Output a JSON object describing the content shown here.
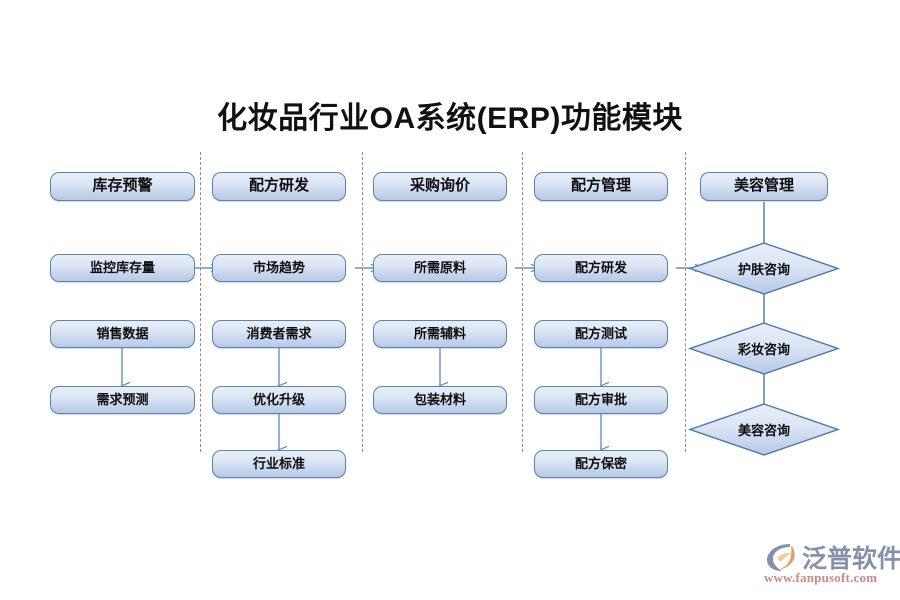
{
  "diagram": {
    "title": "化妆品行业OA系统(ERP)功能模块",
    "background_color": "#ffffff",
    "node_border_color": "#5b84b1",
    "node_fill_top": "#e8eff9",
    "node_fill_bottom": "#b6c9e6",
    "connector_color": "#6a8fbd",
    "separator_color": "#8d8d8d"
  },
  "columns": [
    {
      "header": "库存预警",
      "nodes": [
        "监控库存量",
        "销售数据",
        "需求预测"
      ]
    },
    {
      "header": "配方研发",
      "nodes": [
        "市场趋势",
        "消费者需求",
        "优化升级",
        "行业标准"
      ]
    },
    {
      "header": "采购询价",
      "nodes": [
        "所需原料",
        "所需辅料",
        "包装材料"
      ]
    },
    {
      "header": "配方管理",
      "nodes": [
        "配方研发",
        "配方测试",
        "配方审批",
        "配方保密"
      ]
    },
    {
      "header": "美容管理",
      "diamonds": [
        "护肤咨询",
        "彩妆咨询",
        "美容咨询"
      ]
    }
  ],
  "logo": {
    "name": "泛普软件",
    "url": "www.fanpusoft.com",
    "mark_color_grey": "#8491ad",
    "mark_color_orange": "#e0a060"
  }
}
